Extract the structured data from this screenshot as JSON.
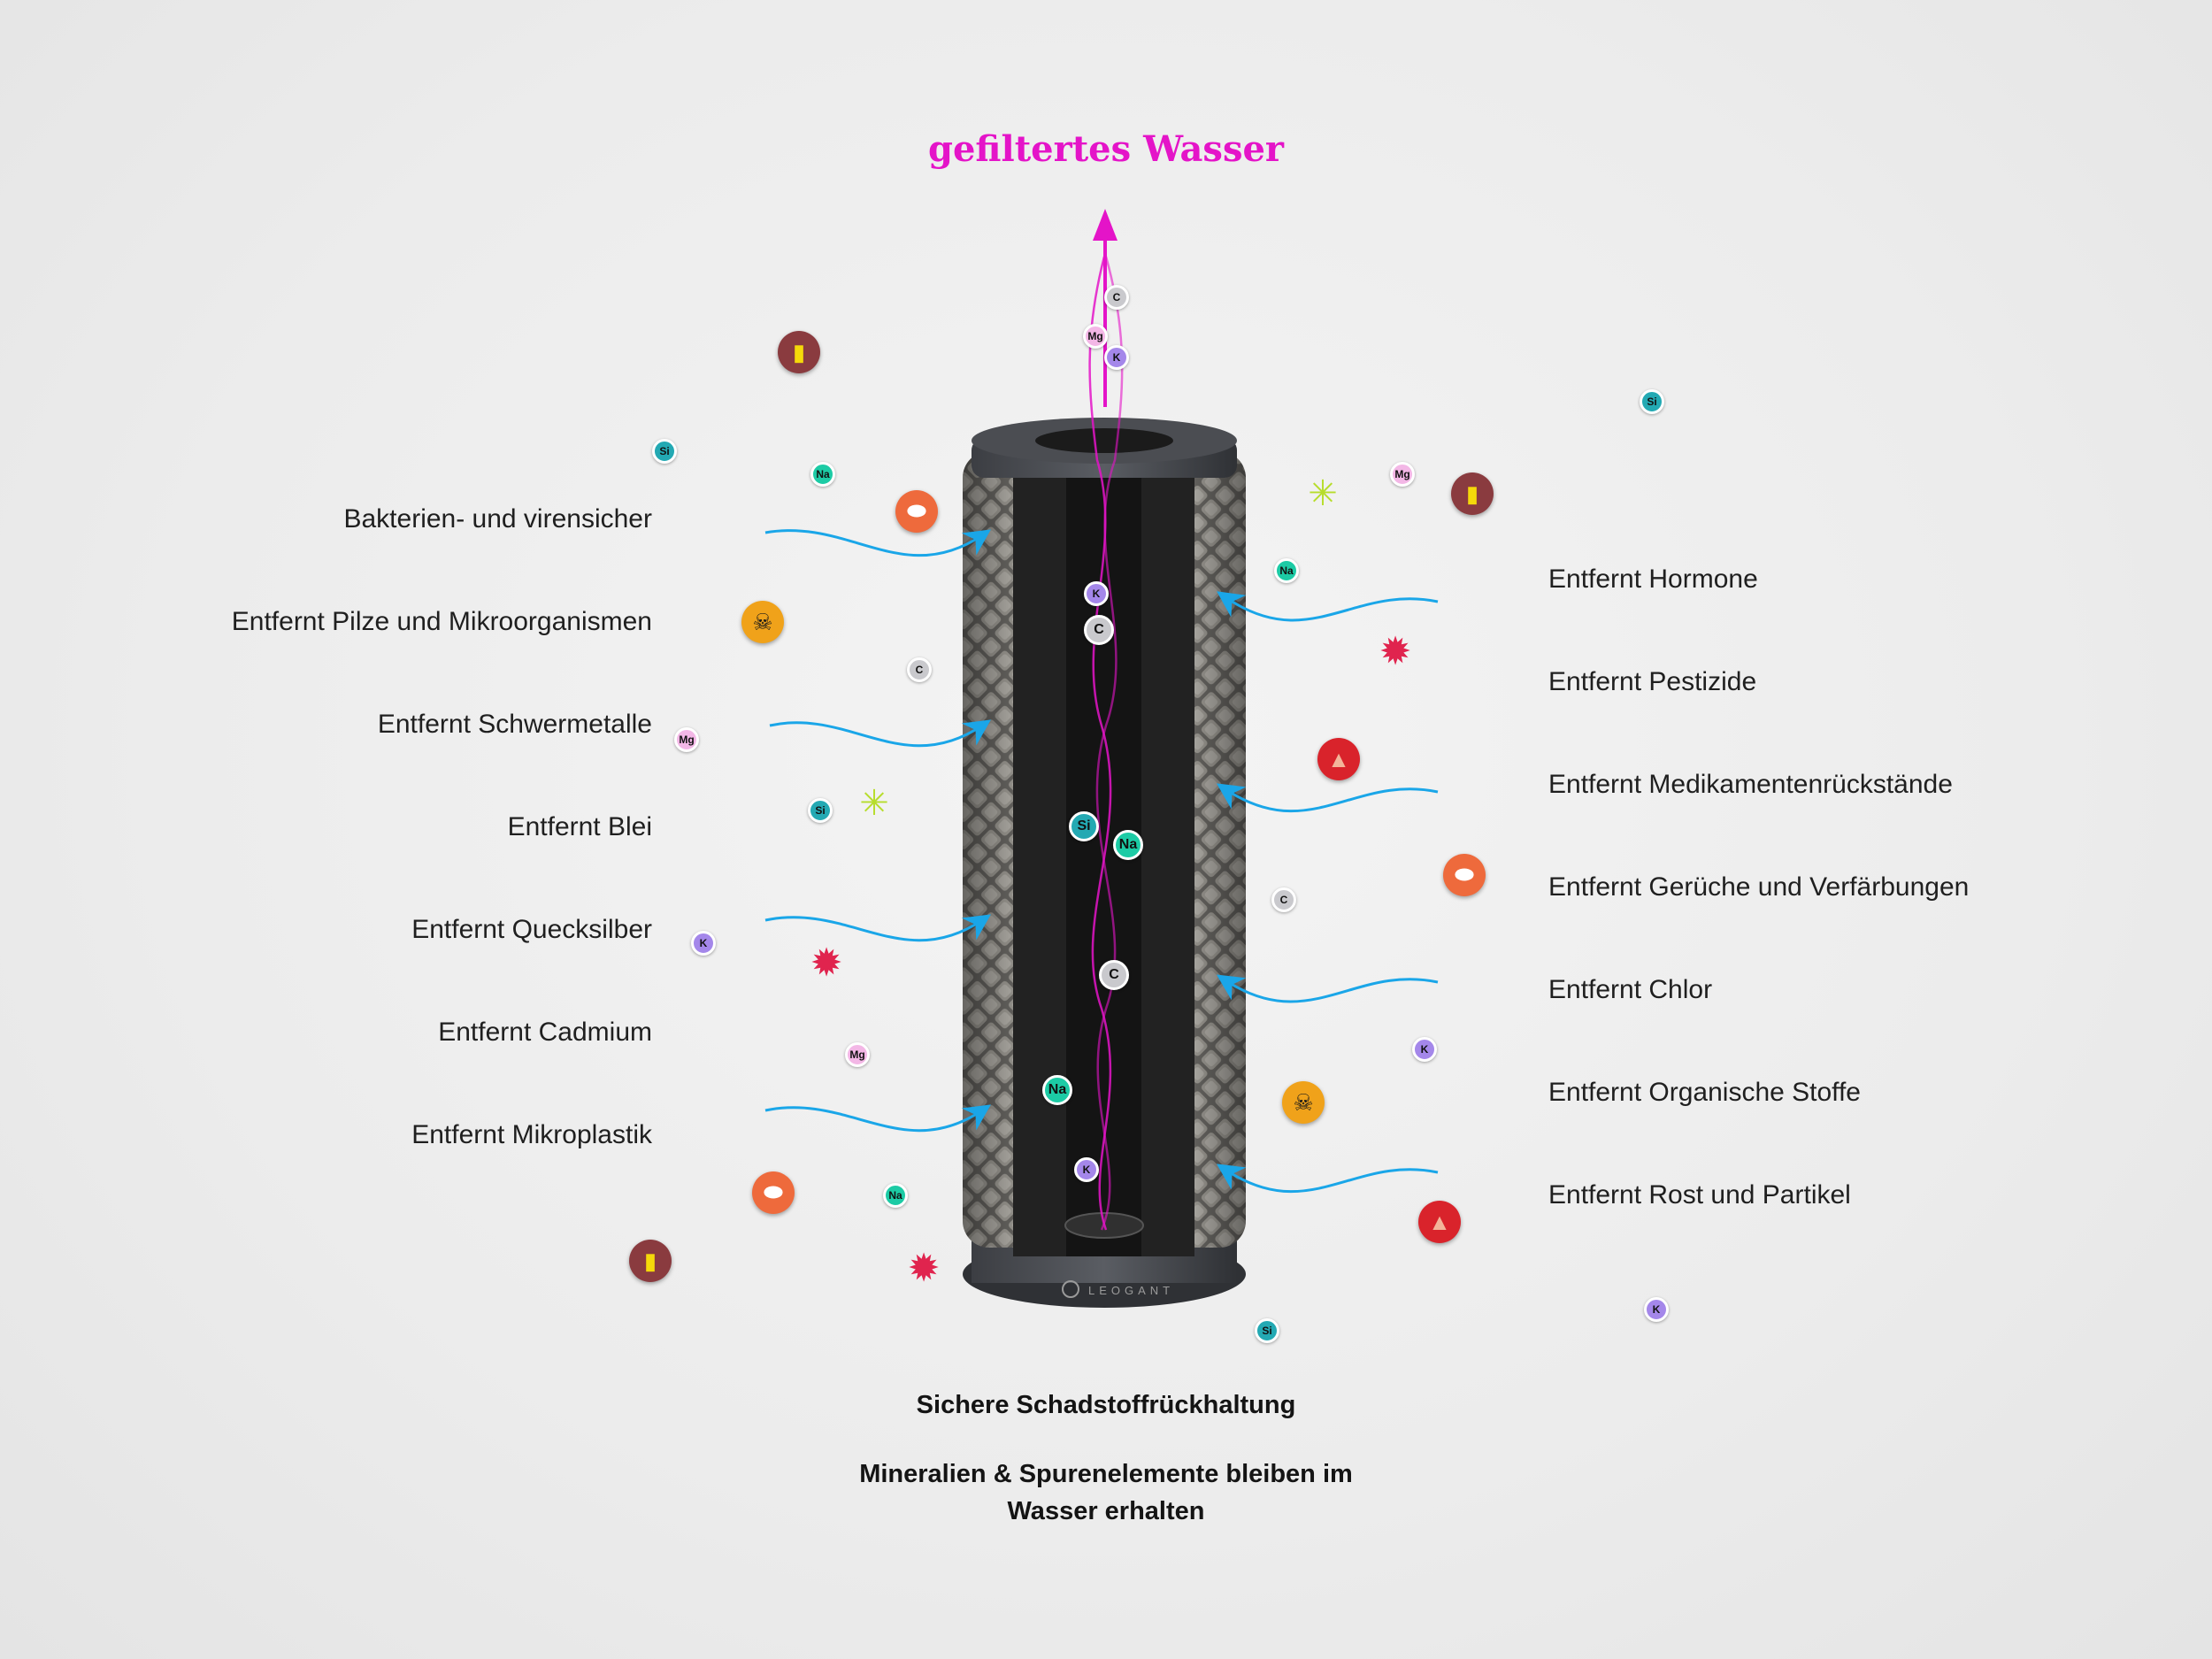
{
  "title": "gefiltertes Wasser",
  "left_labels": [
    "Bakterien- und virensicher",
    "Entfernt Pilze und Mikroorganismen",
    "Entfernt Schwermetalle",
    "Entfernt Blei",
    "Entfernt Quecksilber",
    "Entfernt Cadmium",
    "Entfernt Mikroplastik"
  ],
  "right_labels": [
    "Entfernt Hormone",
    "Entfernt Pestizide",
    "Entfernt Medikamentenrückstände",
    "Entfernt Gerüche und Verfärbungen",
    "Entfernt Chlor",
    "Entfernt Organische Stoffe",
    "Entfernt Rost und Partikel"
  ],
  "caption": {
    "line1": "Sichere Schadstoffrückhaltung",
    "line2": "Mineralien & Spurenelemente bleiben im",
    "line3": "Wasser erhalten"
  },
  "brand": "LEOGANT",
  "elements": {
    "si": "Si",
    "na": "Na",
    "mg": "Mg",
    "k": "K",
    "c": "C"
  },
  "colors": {
    "accent": "#e414c8",
    "arrow": "#1aa6e8",
    "silicon": "#23a9b3",
    "sodium": "#1ccba5",
    "magnesium": "#f3b7e6",
    "potassium": "#a487ea",
    "carbon": "#c9c9cd"
  },
  "icons": {
    "pollutants": [
      "bottle-icon",
      "pill-icon",
      "skull-icon",
      "rust-icon",
      "virus-icon",
      "germ-icon"
    ],
    "arrow": "up-arrow-icon"
  }
}
